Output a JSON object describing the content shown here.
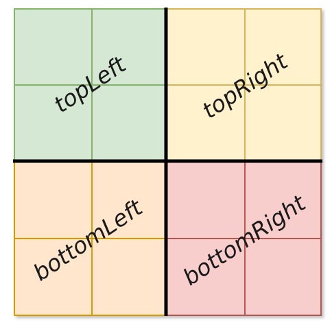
{
  "diagram": {
    "quadrants": [
      {
        "id": "topLeft",
        "label": "topLeft",
        "fill": "#d5e8d4",
        "stroke": "#82b366"
      },
      {
        "id": "topRight",
        "label": "topRight",
        "fill": "#fff2cc",
        "stroke": "#d6b656"
      },
      {
        "id": "bottomLeft",
        "label": "bottomLeft",
        "fill": "#ffe6cc",
        "stroke": "#d79b00"
      },
      {
        "id": "bottomRight",
        "label": "bottomRight",
        "fill": "#f8cecc",
        "stroke": "#b85450"
      }
    ],
    "divider_color": "#000000"
  }
}
